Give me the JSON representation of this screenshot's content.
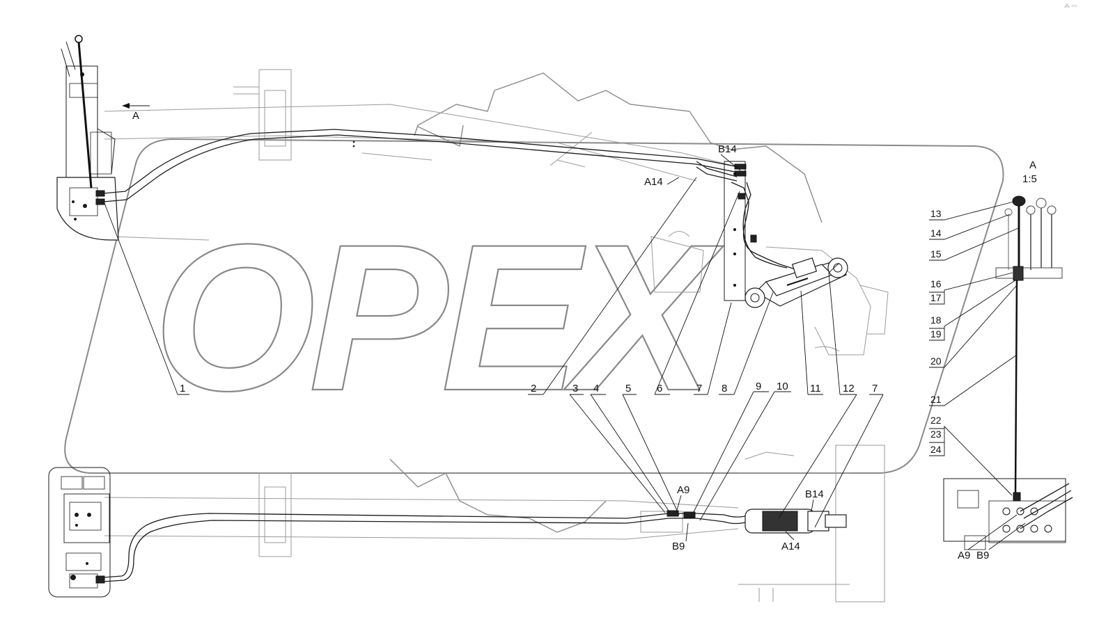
{
  "view_label": "A",
  "detail": {
    "label": "A",
    "scale": "1:5"
  },
  "watermark": {
    "text": "OPEX",
    "corner_mark": "⁂ ▫▫▫"
  },
  "connection_labels": {
    "top_b14": "B14",
    "top_a14": "A14",
    "bot_a9": "A9",
    "bot_b9": "B9",
    "bot_b14": "B14",
    "bot_a14": "A14",
    "det_a9": "A9",
    "det_b9": "B9"
  },
  "bottom_callouts": [
    "1",
    "2",
    "3",
    "4",
    "5",
    "6",
    "7",
    "8",
    "9",
    "10",
    "11",
    "12",
    "7"
  ],
  "detail_callouts": {
    "n13": "13",
    "n14": "14",
    "n15": "15",
    "n16": "16",
    "n17": "17",
    "n18": "18",
    "n19": "19",
    "n20": "20",
    "n21": "21",
    "n22": "22",
    "n23": "23",
    "n24": "24"
  },
  "colors": {
    "line": "#1a1a1a",
    "frame": "#9a9a9a",
    "watermark_fill": "#ffffff",
    "watermark_stroke": "#888888",
    "background": "#ffffff"
  }
}
